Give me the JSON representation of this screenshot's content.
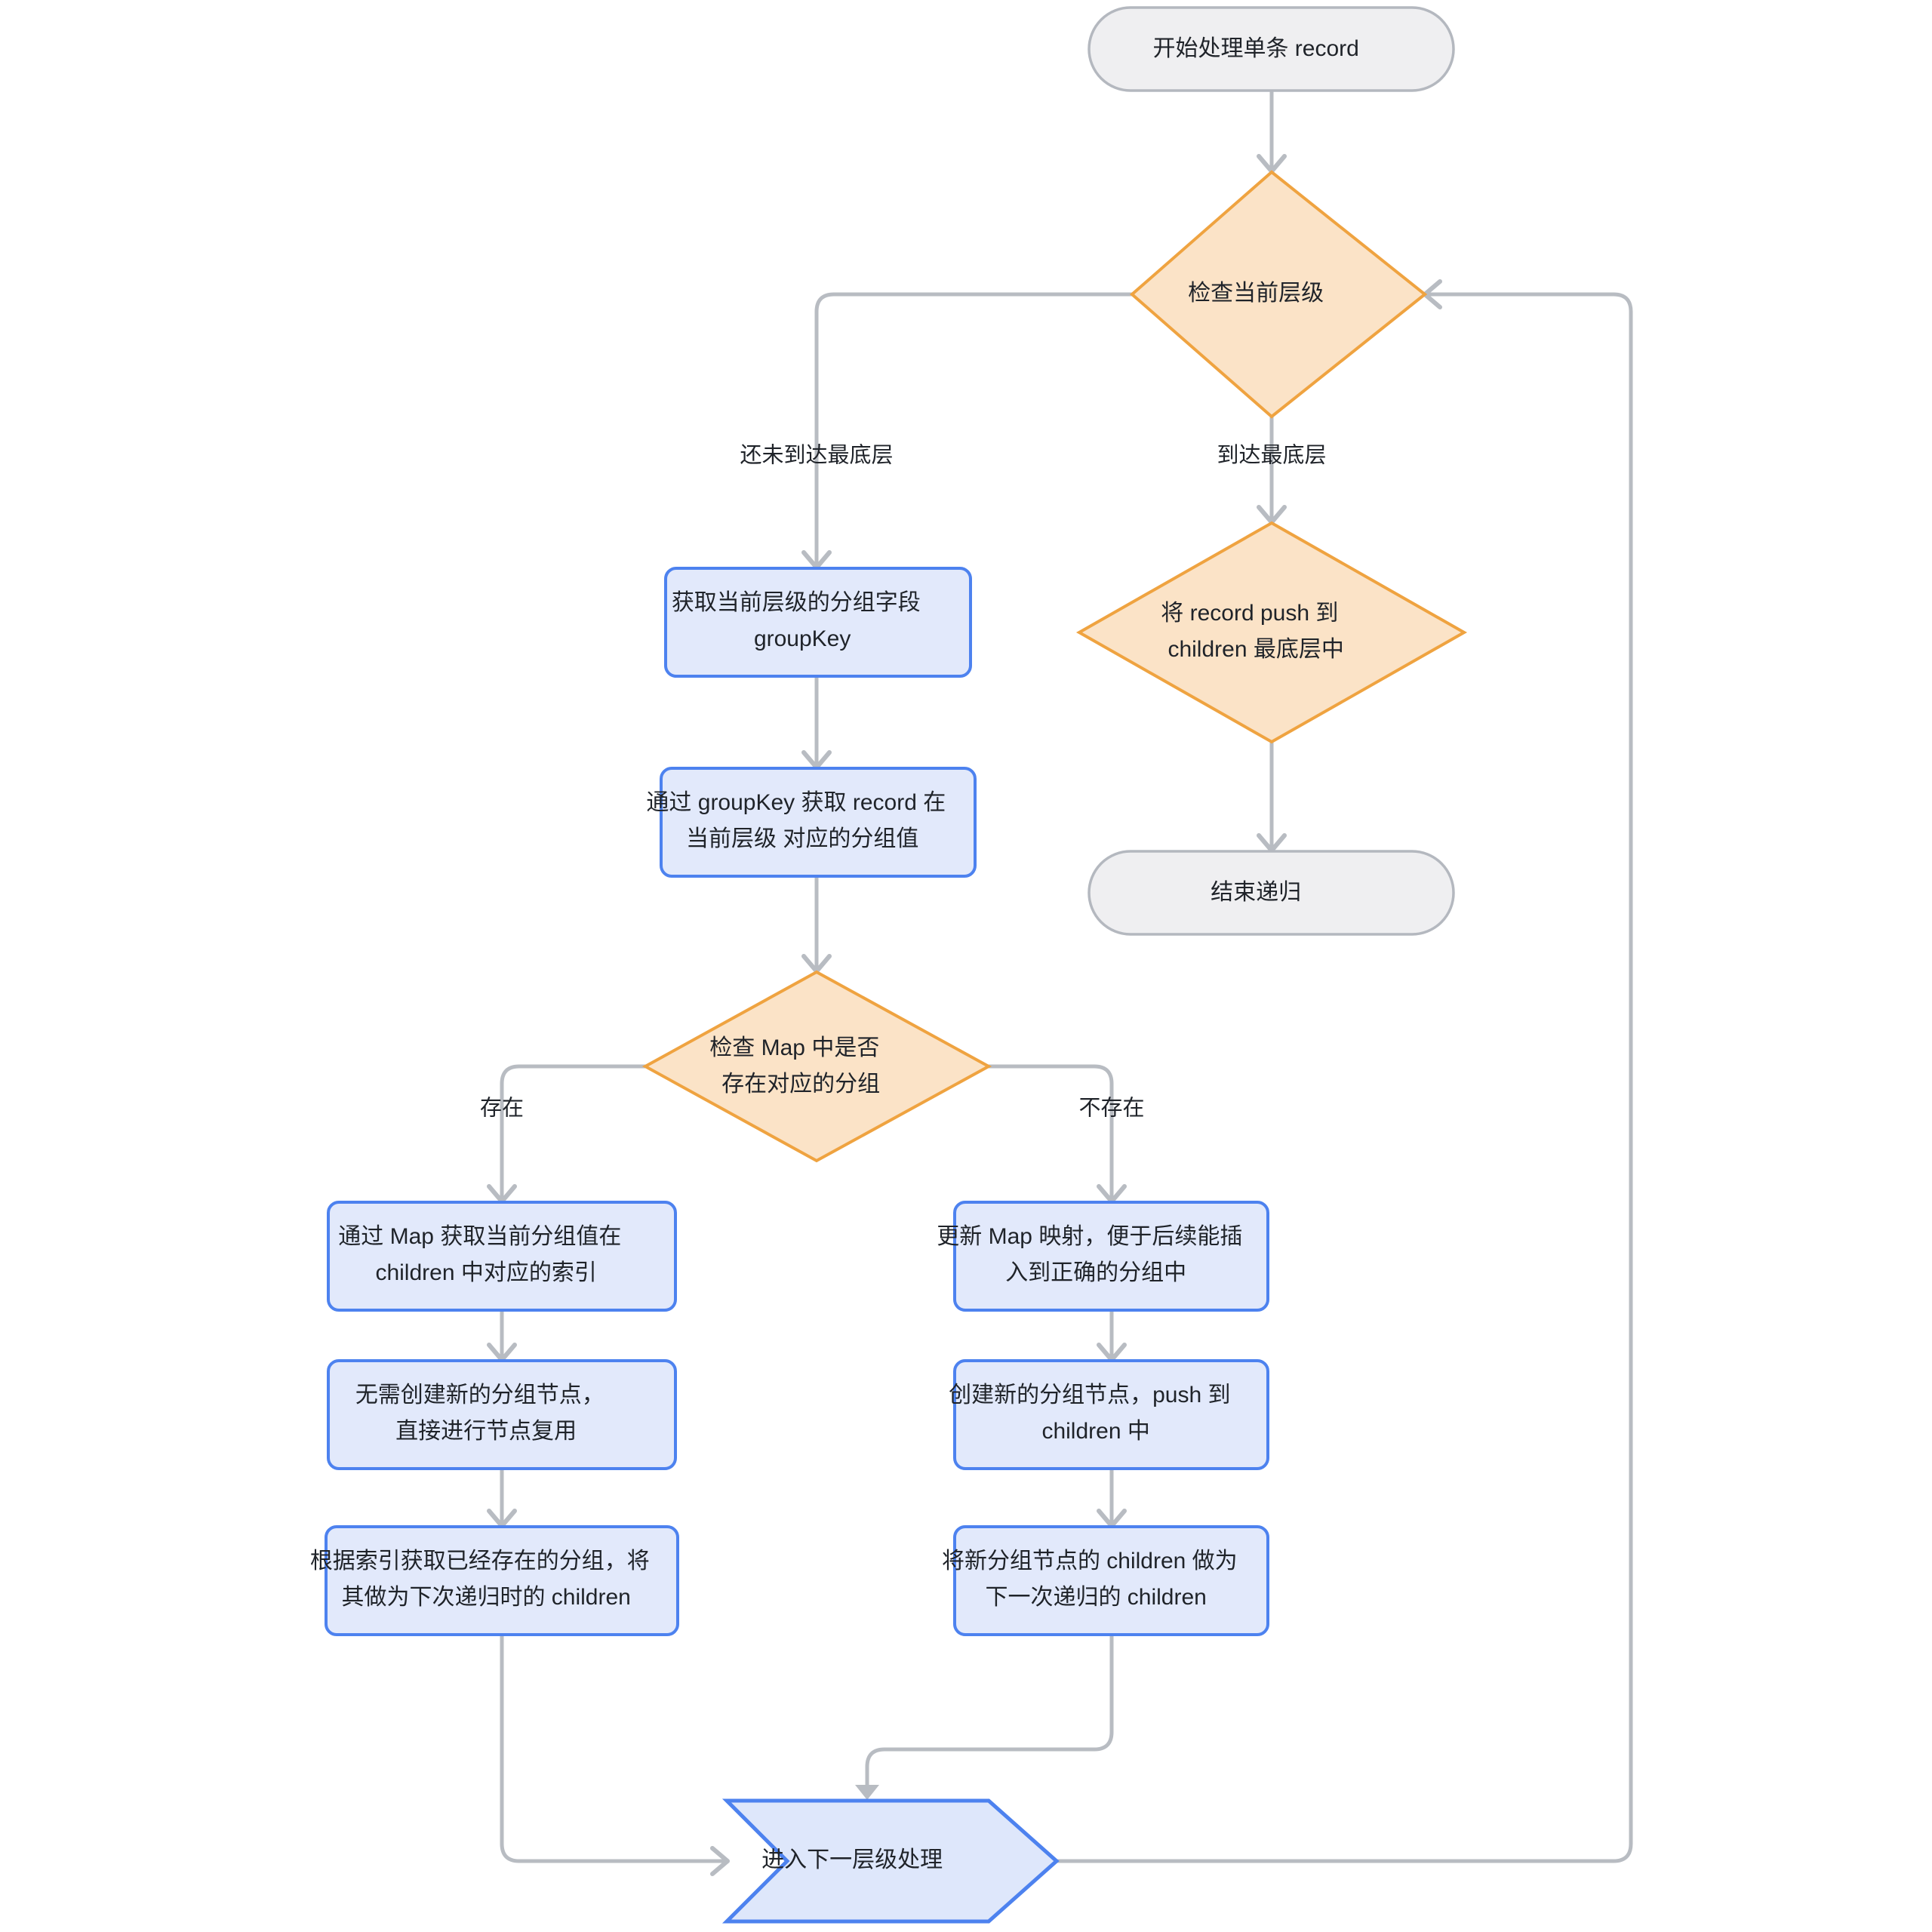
{
  "diagram": {
    "type": "flowchart",
    "title": "单条 record 递归分组处理流程",
    "orientation": "top-down",
    "colors": {
      "terminal_fill": "#efeff1",
      "terminal_stroke": "#b4b8bf",
      "decision_fill": "#fbe3c7",
      "decision_stroke": "#efa340",
      "process_fill": "#e2e9fb",
      "process_stroke": "#4d82ef",
      "chevron_fill": "#dee7fb",
      "chevron_stroke": "#4d82ef",
      "edge_stroke": "#b8bcc2",
      "text": "#1f2329",
      "background": "#ffffff"
    },
    "nodes": [
      {
        "id": "start",
        "shape": "terminal",
        "lines": [
          "开始处理单条 record"
        ]
      },
      {
        "id": "check-level",
        "shape": "decision",
        "lines": [
          "检查当前层级"
        ]
      },
      {
        "id": "get-groupkey",
        "shape": "process",
        "lines": [
          "获取当前层级的分组字段",
          "groupKey"
        ]
      },
      {
        "id": "get-groupvalue",
        "shape": "process",
        "lines": [
          "通过 groupKey 获取 record 在",
          "当前层级 对应的分组值"
        ]
      },
      {
        "id": "push-record",
        "shape": "decision",
        "lines": [
          "将 record push 到",
          "children 最底层中"
        ]
      },
      {
        "id": "end-recursion",
        "shape": "terminal",
        "lines": [
          "结束递归"
        ]
      },
      {
        "id": "check-map",
        "shape": "decision",
        "lines": [
          "检查 Map 中是否",
          "存在对应的分组"
        ]
      },
      {
        "id": "map-get-index",
        "shape": "process",
        "lines": [
          "通过 Map 获取当前分组值在",
          "children 中对应的索引"
        ]
      },
      {
        "id": "reuse-node",
        "shape": "process",
        "lines": [
          "无需创建新的分组节点，",
          "直接进行节点复用"
        ]
      },
      {
        "id": "existing-as-children",
        "shape": "process",
        "lines": [
          "根据索引获取已经存在的分组，将",
          "其做为下次递归时的 children"
        ]
      },
      {
        "id": "update-map",
        "shape": "process",
        "lines": [
          "更新 Map 映射，便于后续能插",
          "入到正确的分组中"
        ]
      },
      {
        "id": "create-node",
        "shape": "process",
        "lines": [
          "创建新的分组节点，push 到",
          "children 中"
        ]
      },
      {
        "id": "new-as-children",
        "shape": "process",
        "lines": [
          "将新分组节点的 children 做为",
          "下一次递归的 children"
        ]
      },
      {
        "id": "next-level",
        "shape": "chevron",
        "lines": [
          "进入下一层级处理"
        ]
      }
    ],
    "edges": [
      {
        "from": "start",
        "to": "check-level",
        "label": ""
      },
      {
        "from": "check-level",
        "to": "get-groupkey",
        "label": "还未到达最底层"
      },
      {
        "from": "check-level",
        "to": "push-record",
        "label": "到达最底层"
      },
      {
        "from": "get-groupkey",
        "to": "get-groupvalue",
        "label": ""
      },
      {
        "from": "get-groupvalue",
        "to": "check-map",
        "label": ""
      },
      {
        "from": "push-record",
        "to": "end-recursion",
        "label": ""
      },
      {
        "from": "check-map",
        "to": "map-get-index",
        "label": "存在"
      },
      {
        "from": "check-map",
        "to": "update-map",
        "label": "不存在"
      },
      {
        "from": "map-get-index",
        "to": "reuse-node",
        "label": ""
      },
      {
        "from": "reuse-node",
        "to": "existing-as-children",
        "label": ""
      },
      {
        "from": "update-map",
        "to": "create-node",
        "label": ""
      },
      {
        "from": "create-node",
        "to": "new-as-children",
        "label": ""
      },
      {
        "from": "existing-as-children",
        "to": "next-level",
        "label": ""
      },
      {
        "from": "new-as-children",
        "to": "next-level",
        "label": ""
      },
      {
        "from": "next-level",
        "to": "check-level",
        "label": ""
      }
    ],
    "edge_labels": {
      "not_bottom": "还未到达最底层",
      "bottom": "到达最底层",
      "exists": "存在",
      "not_exists": "不存在"
    }
  }
}
